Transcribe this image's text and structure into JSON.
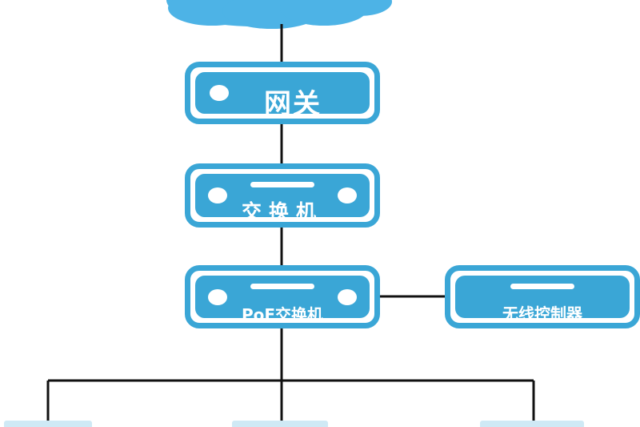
{
  "diagram": {
    "nodes": {
      "gateway": {
        "label": "网关"
      },
      "switch": {
        "label": "交换机"
      },
      "poe_switch": {
        "label": "PoE交换机"
      },
      "wireless_controller": {
        "label": "无线控制器"
      }
    },
    "edges": [
      {
        "from": "internet-cloud",
        "to": "gateway"
      },
      {
        "from": "gateway",
        "to": "switch"
      },
      {
        "from": "switch",
        "to": "poe_switch"
      },
      {
        "from": "poe_switch",
        "to": "wireless_controller"
      },
      {
        "from": "poe_switch",
        "to": "access-point-1"
      },
      {
        "from": "poe_switch",
        "to": "access-point-2"
      },
      {
        "from": "poe_switch",
        "to": "access-point-3"
      }
    ],
    "colors": {
      "device_fill": "#3aa6d6",
      "cloud_fill": "#4db3e6",
      "line": "#111111",
      "text": "#ffffff"
    }
  }
}
